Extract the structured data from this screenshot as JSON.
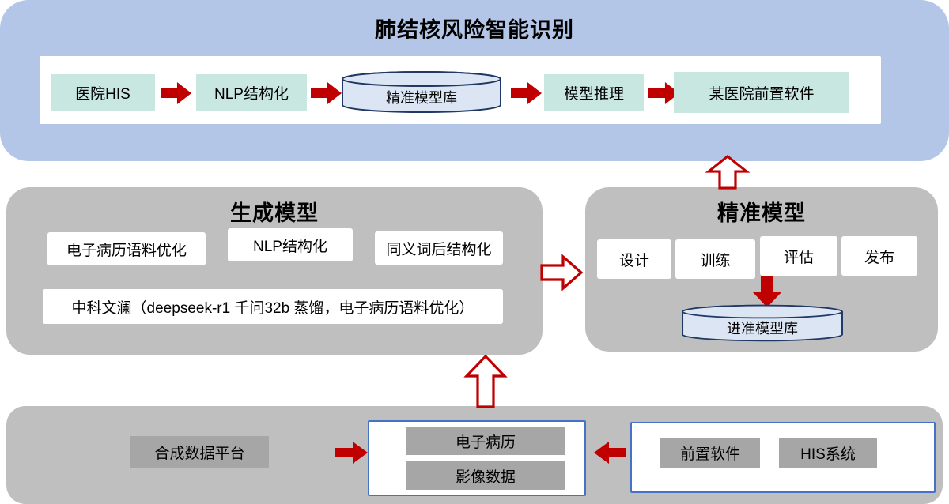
{
  "top": {
    "title": "肺结核风险智能识别",
    "flow": [
      {
        "label": "医院HIS"
      },
      {
        "label": "NLP结构化"
      },
      {
        "label": "精准模型库"
      },
      {
        "label": "模型推理"
      },
      {
        "label": "某医院前置软件"
      }
    ]
  },
  "generation": {
    "title": "生成模型",
    "items": [
      {
        "label": "电子病历语料优化"
      },
      {
        "label": "NLP结构化"
      },
      {
        "label": "同义词后结构化"
      }
    ],
    "wide_item": "中科文澜（deepseek-r1 千问32b 蒸馏，电子病历语料优化）"
  },
  "precise": {
    "title": "精准模型",
    "steps": [
      {
        "label": "设计"
      },
      {
        "label": "训练"
      },
      {
        "label": "评估"
      },
      {
        "label": "发布"
      }
    ],
    "db_label": "进准模型库"
  },
  "bottom": {
    "platform": "合成数据平台",
    "data_items": [
      {
        "label": "电子病历"
      },
      {
        "label": "影像数据"
      }
    ],
    "source_items": [
      {
        "label": "前置软件"
      },
      {
        "label": "HIS系统"
      }
    ]
  },
  "colors": {
    "top_panel": "#b4c6e7",
    "teal_box": "#c9e7e1",
    "gray_panel": "#bfbfbf",
    "gray_box": "#a6a6a6",
    "arrow_red": "#c00000",
    "cylinder_fill": "#dbe5f3",
    "cylinder_border": "#203864",
    "blue_border": "#4472c4"
  }
}
